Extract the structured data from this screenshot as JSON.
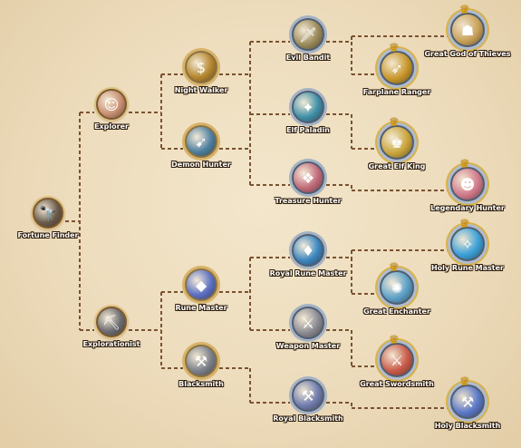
{
  "colors": {
    "background": "#eddcbc",
    "connector": "#7a5230"
  },
  "root": {
    "label": "Fortune Finder",
    "icon": "spyglass-icon",
    "color": "#6a5a4a"
  },
  "tier1": [
    {
      "label": "Explorer",
      "icon": "explorer-face-icon",
      "color": "#c98f73"
    },
    {
      "label": "Explorationist",
      "icon": "pickaxe-icon",
      "color": "#6b6b70"
    }
  ],
  "tier2": [
    {
      "label": "Night Walker",
      "icon": "gold-coins-icon",
      "color": "#b5862f"
    },
    {
      "label": "Demon Hunter",
      "icon": "crossbow-icon",
      "color": "#4e7fa0"
    },
    {
      "label": "Rune Master",
      "icon": "rune-crystal-icon",
      "color": "#5a6fc4"
    },
    {
      "label": "Blacksmith",
      "icon": "anvil-icon",
      "color": "#7a7f8a"
    }
  ],
  "tier3": [
    {
      "label": "Evil Bandit",
      "icon": "dagger-icon",
      "color": "#9a8a5a"
    },
    {
      "label": "Elf Paladin",
      "icon": "elf-crest-icon",
      "color": "#3f8fa8"
    },
    {
      "label": "Treasure Hunter",
      "icon": "treasure-map-icon",
      "color": "#c06a7a"
    },
    {
      "label": "Royal Rune Master",
      "icon": "royal-rune-icon",
      "color": "#3a86c0"
    },
    {
      "label": "Weapon Master",
      "icon": "crossed-weapons-icon",
      "color": "#8a8a92"
    },
    {
      "label": "Royal Blacksmith",
      "icon": "royal-hammer-icon",
      "color": "#6f7cae"
    }
  ],
  "tier4": [
    {
      "label": "Great God of Thieves",
      "icon": "cat-thief-icon",
      "color": "#c9a25a"
    },
    {
      "label": "Farplane Ranger",
      "icon": "golden-bow-icon",
      "color": "#c8962a"
    },
    {
      "label": "Great Elf King",
      "icon": "elf-king-icon",
      "color": "#c9a53a"
    },
    {
      "label": "Legendary Hunter",
      "icon": "hunter-portrait-icon",
      "color": "#d07a8a"
    },
    {
      "label": "Holy Rune Master",
      "icon": "holy-rune-icon",
      "color": "#3aa0d8"
    },
    {
      "label": "Great Enchanter",
      "icon": "enchanter-staff-icon",
      "color": "#5aa0c8"
    },
    {
      "label": "Great Swordsmith",
      "icon": "greatsword-icon",
      "color": "#c85a4a"
    },
    {
      "label": "Holy Blacksmith",
      "icon": "holy-hammer-icon",
      "color": "#5a78c8"
    }
  ]
}
